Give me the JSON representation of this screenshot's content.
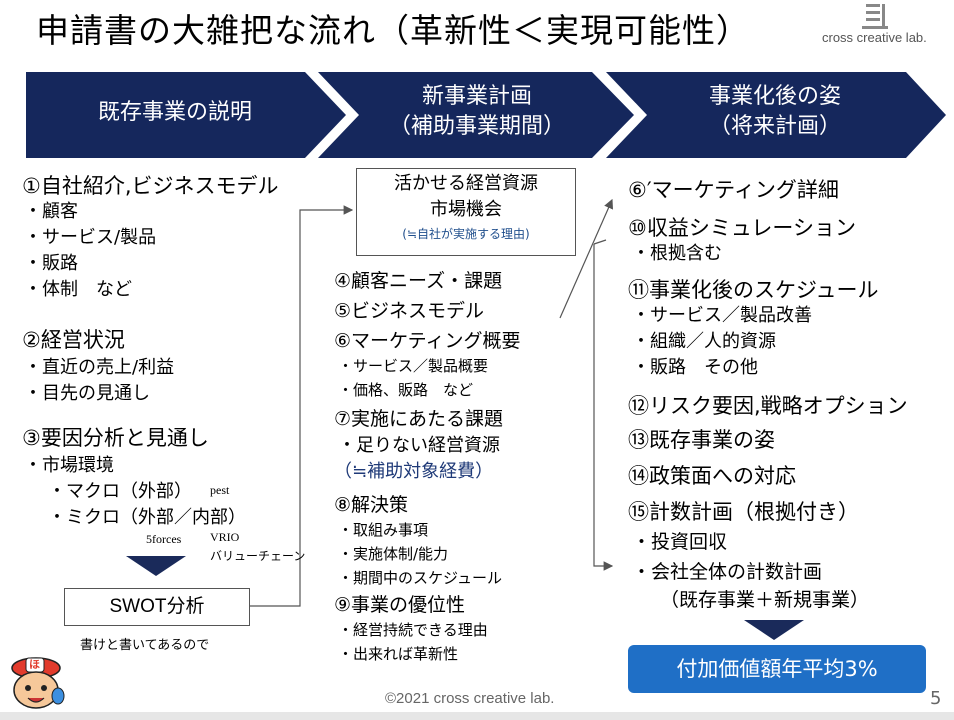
{
  "title": "申請書の大雑把な流れ（革新性＜実現可能性）",
  "logo": {
    "icon": "stacked-bars-logo-icon",
    "text": "cross creative lab."
  },
  "colors": {
    "chevron": "#15275c",
    "badge": "#1f6fc6",
    "arrow": "#1a2a5a"
  },
  "chevrons": [
    {
      "line1": "既存事業の説明",
      "line2": ""
    },
    {
      "line1": "新事業計画",
      "line2": "（補助事業期間）"
    },
    {
      "line1": "事業化後の姿",
      "line2": "（将来計画）"
    }
  ],
  "left": {
    "s1_head": "①自社紹介,ビジネスモデル",
    "s1_items": [
      "・顧客",
      "・サービス/製品",
      "・販路",
      "・体制　など"
    ],
    "s2_head": "②経営状況",
    "s2_items": [
      "・直近の売上/利益",
      "・目先の見通し"
    ],
    "s3_head": "③要因分析と見通し",
    "s3_sub": "・市場環境",
    "s3_macro": "・マクロ（外部）",
    "s3_pest": "pest",
    "s3_micro": "・ミクロ（外部／内部）",
    "s3_5forces": "5forces",
    "s3_vrio": "VRIO",
    "s3_value": "バリューチェーン",
    "swot": "SWOT分析",
    "swot_note": "書けと書いてあるので"
  },
  "middle": {
    "box_line1": "活かせる経営資源",
    "box_line2": "市場機会",
    "box_note": "(≒自社が実施する理由)",
    "h4": "④顧客ニーズ・課題",
    "h5": "⑤ビジネスモデル",
    "h6": "⑥マーケティング概要",
    "h6_items": [
      "・サービス／製品概要",
      "・価格、販路　など"
    ],
    "h7": "⑦実施にあたる課題",
    "h7_item": "・足りない経営資源",
    "h7_note": "（≒補助対象経費）",
    "h8": "⑧解決策",
    "h8_items": [
      "・取組み事項",
      "・実施体制/能力",
      "・期間中のスケジュール"
    ],
    "h9": "⑨事業の優位性",
    "h9_items": [
      "・経営持続できる理由",
      "・出来れば革新性"
    ]
  },
  "right": {
    "h6d": "⑥′マーケティング詳細",
    "h10": "⑩収益シミュレーション",
    "h10_item": "・根拠含む",
    "h11": "⑪事業化後のスケジュール",
    "h11_items": [
      "・サービス／製品改善",
      "・組織／人的資源",
      "・販路　その他"
    ],
    "h12": "⑫リスク要因,戦略オプション",
    "h13": "⑬既存事業の姿",
    "h14": "⑭政策面への対応",
    "h15": "⑮計数計画（根拠付き）",
    "h15_items": [
      "・投資回収",
      "・会社全体の計数計画"
    ],
    "h15_note": "（既存事業＋新規事業）",
    "badge": "付加価値額年平均3%"
  },
  "footer": {
    "copyright": "©2021 cross creative lab.",
    "page": "5"
  },
  "mascot": {
    "icon": "mascot-character-icon",
    "cap_text": "ほ"
  }
}
